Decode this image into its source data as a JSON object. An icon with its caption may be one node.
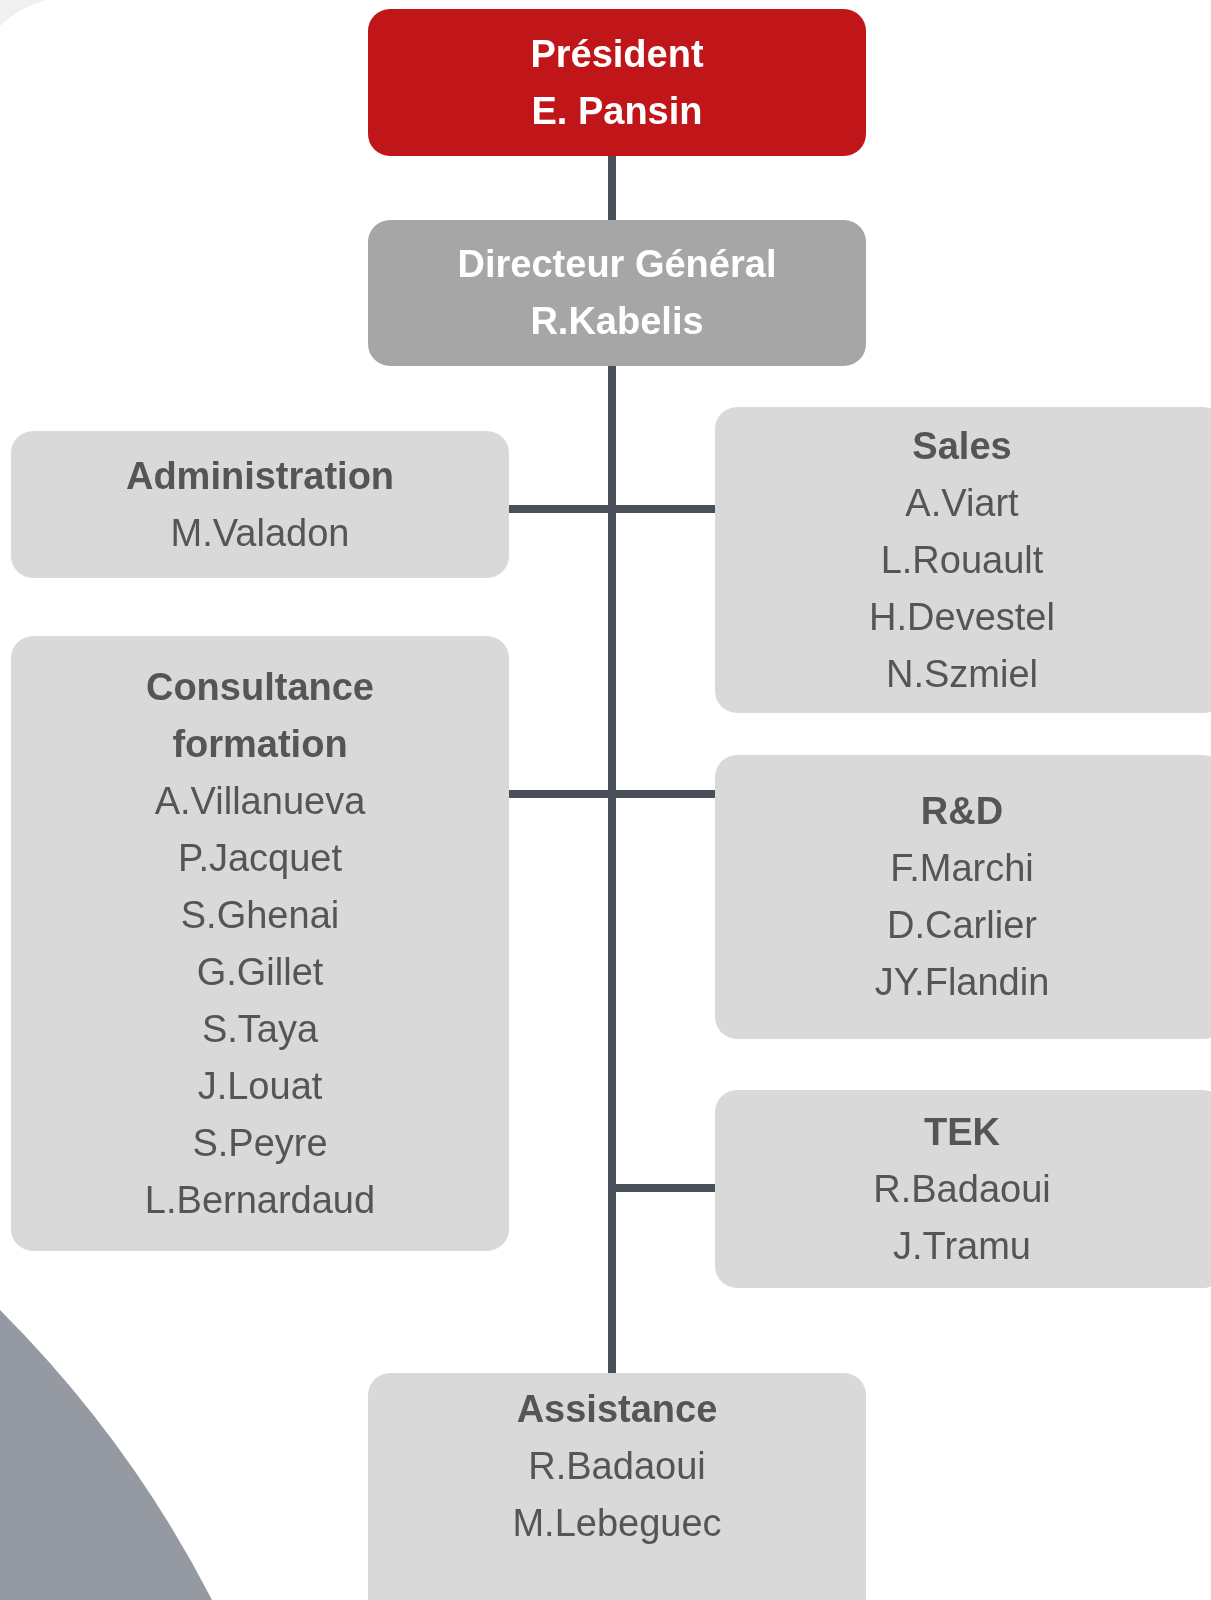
{
  "diagram": {
    "nodes": [
      {
        "text": [
          "Président",
          "E. Pansin"
        ]
      },
      {
        "text": [
          "Directeur Général",
          "R.Kabelis"
        ]
      },
      {
        "text": [
          "Administration",
          "M.Valadon"
        ]
      },
      {
        "text": [
          "Sales",
          "A.Viart",
          "L.Rouault",
          "H.Devestel",
          "N.Szmiel"
        ]
      },
      {
        "text": [
          "Consultance formation",
          "A.Villanueva",
          "P.Jacquet",
          "S.Ghenai",
          "G.Gillet",
          "S.Taya",
          "J.Louat",
          "S.Peyre",
          "L.Bernardaud"
        ]
      },
      {
        "text": [
          "R&D",
          "F.Marchi",
          "D.Carlier",
          "JY.Flandin"
        ]
      },
      {
        "text": [
          "TEK",
          "R.Badaoui",
          "J.Tramu"
        ]
      },
      {
        "text": [
          "Assistance",
          "R.Badaoui",
          "M.Lebeguec"
        ]
      }
    ],
    "edges": [
      {
        "from": 0,
        "to": 1,
        "arrow": "none"
      },
      {
        "from": 1,
        "to": 2,
        "arrow": "none"
      },
      {
        "from": 1,
        "to": 3,
        "arrow": "none"
      },
      {
        "from": 1,
        "to": 4,
        "arrow": "none"
      },
      {
        "from": 1,
        "to": 5,
        "arrow": "none"
      },
      {
        "from": 1,
        "to": 6,
        "arrow": "none"
      },
      {
        "from": 1,
        "to": 7,
        "arrow": "none"
      }
    ]
  }
}
